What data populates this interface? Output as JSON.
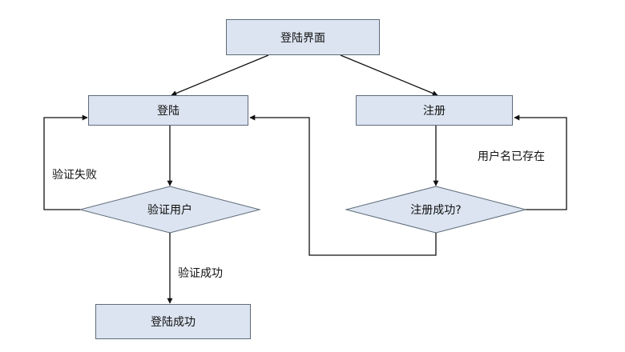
{
  "nodes": {
    "login_screen": "登陆界面",
    "login": "登陆",
    "register": "注册",
    "verify_user": "验证用户",
    "register_success_q": "注册成功?",
    "login_success": "登陆成功"
  },
  "edge_labels": {
    "verify_failed": "验证失败",
    "verify_success": "验证成功",
    "username_exists": "用户名已存在"
  },
  "colors": {
    "node_fill": "#dbe4f0",
    "node_border": "#5f6b7a",
    "edge": "#111111"
  }
}
